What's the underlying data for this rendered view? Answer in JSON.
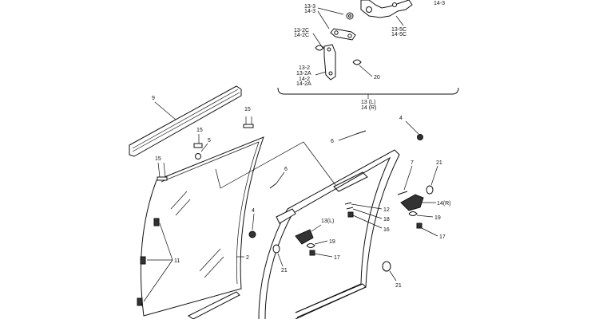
{
  "labels": {
    "top_13_3": "13-3",
    "top_14_3a": "14-3",
    "top_14_3b": "14-3",
    "top_13_2c": "13-2C",
    "top_14_2c": "14-2C",
    "top_13_5c": "13-5C",
    "top_14_5c": "14-5C",
    "top_13_2": "13-2",
    "top_13_2a": "13-2A",
    "top_14_2": "14-2",
    "top_14_2a": "14-2A",
    "top_20": "20",
    "bracket_13l": "13 (L)",
    "bracket_14r": "14 (R)",
    "p9": "9",
    "p15a": "15",
    "p15b": "15",
    "p15c": "15",
    "p5": "5",
    "p11": "11",
    "p2": "2",
    "p6a": "6",
    "p6b": "6",
    "p4a": "4",
    "p4b": "4",
    "p7": "7",
    "p21a": "21",
    "p21b": "21",
    "p21c": "21",
    "p14r": "14(R)",
    "p12": "12",
    "p18": "18",
    "p16": "16",
    "p19a": "19",
    "p19b": "19",
    "p17a": "17",
    "p17b": "17",
    "p13l": "13(L)"
  }
}
